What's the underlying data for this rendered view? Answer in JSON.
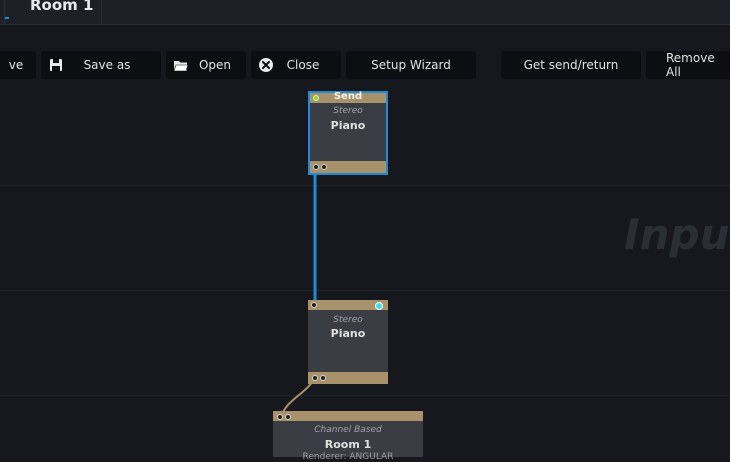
{
  "tabs": {
    "active_label": "Room 1"
  },
  "toolbar": {
    "save_label": "ve",
    "save_as_label": "Save as",
    "open_label": "Open",
    "close_label": "Close",
    "setup_wizard_label": "Setup Wizard",
    "get_send_return_label": "Get send/return",
    "remove_all_label": "Remove All"
  },
  "canvas": {
    "watermark": "Input"
  },
  "nodes": {
    "send": {
      "header": "Send",
      "subtype": "Stereo",
      "title": "Piano"
    },
    "receive": {
      "subtype": "Stereo",
      "title": "Piano"
    },
    "room": {
      "subtype": "Channel Based",
      "title": "Room 1",
      "detail": "Renderer: ANGULAR"
    }
  },
  "colors": {
    "accent": "#1f8ad6",
    "node_header": "#a8926b",
    "node_body": "#3a3d43",
    "port_active_green": "#8ddc2f",
    "port_active_cyan": "#3fe0e6",
    "wire_audio": "#a8926b"
  }
}
